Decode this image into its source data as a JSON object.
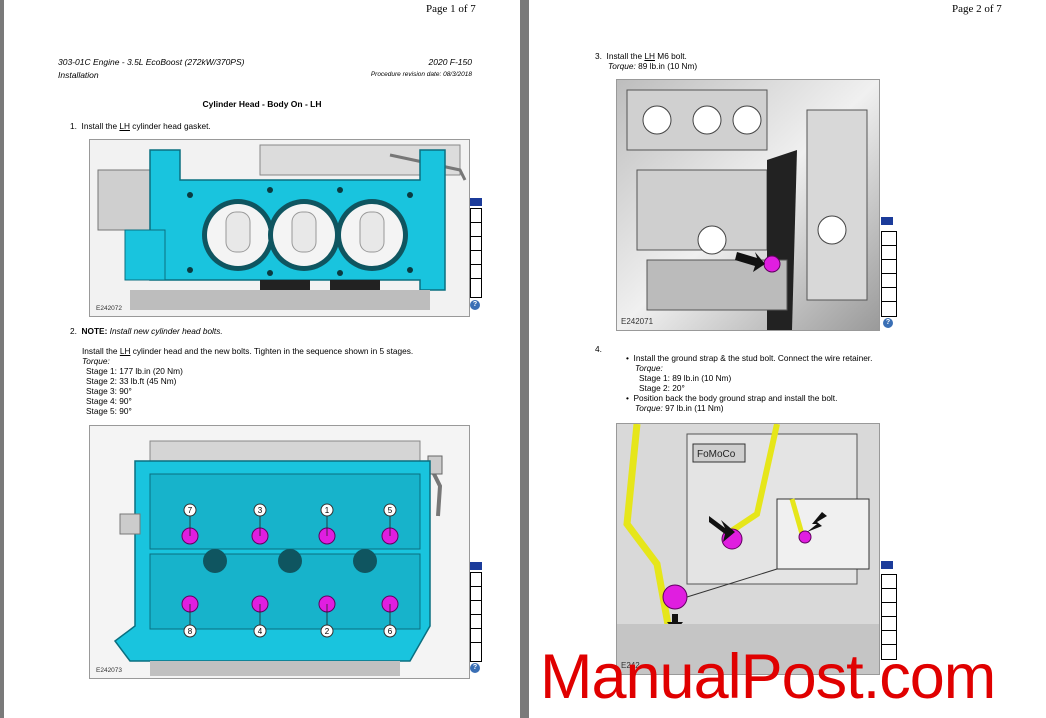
{
  "page1": {
    "page_number": "Page 1 of 7",
    "header_left_1": "303-01C Engine - 3.5L EcoBoost (272kW/370PS)",
    "header_left_2": "Installation",
    "header_right_1": "2020 F-150",
    "header_right_2": "Procedure revision date: 08/3/2018",
    "section_title": "Cylinder Head - Body On - LH",
    "step1_num": "1.",
    "step1_pre": "Install the ",
    "step1_lh": "LH",
    "step1_post": " cylinder head gasket.",
    "fig1_id": "E242072",
    "step2_num": "2.",
    "step2_note_label": "NOTE:",
    "step2_note": "Install new cylinder head bolts.",
    "step2_pre": "Install the ",
    "step2_lh": "LH",
    "step2_post": " cylinder head and the new bolts. Tighten in the sequence shown in 5 stages.",
    "torque_label": "Torque:",
    "stages": [
      "Stage 1:  177 lb.in (20 Nm)",
      "Stage 2:  33 lb.ft (45 Nm)",
      "Stage 3:  90°",
      "Stage 4:  90°",
      "Stage 5:  90°"
    ],
    "fig2_id": "E242073",
    "bolt_labels": [
      "7",
      "3",
      "1",
      "5",
      "8",
      "4",
      "2",
      "6"
    ]
  },
  "page2": {
    "page_number": "Page 2 of 7",
    "step3_num": "3.",
    "step3_pre": "Install the ",
    "step3_lh": "LH",
    "step3_post": " M6 bolt.",
    "step3_torque_label": "Torque:",
    "step3_torque": " 89 lb.in (10 Nm)",
    "fig3_id": "E242071",
    "step4_num": "4.",
    "bullet1": "Install the ground strap & the stud bolt. Connect the wire retainer.",
    "bullet1_torque_label": "Torque:",
    "bullet1_stages": [
      "Stage 1:  89 lb.in (10 Nm)",
      "Stage 2:  20°"
    ],
    "bullet2": "Position back the body ground strap and install the bolt.",
    "bullet2_torque_label": "Torque:",
    "bullet2_torque": " 97 lb.in (11 Nm)",
    "fig4_logo": "FoMoCo",
    "fig4_id": "E242"
  },
  "watermark": "ManualPost.com",
  "colors": {
    "gasket_cyan": "#19c4de",
    "bolt_magenta": "#e01ee0",
    "strap_yellow": "#e6e61a",
    "watermark_red": "#e00000"
  },
  "icons": [
    "table-icon",
    "help-icon",
    "arrow-icon"
  ]
}
